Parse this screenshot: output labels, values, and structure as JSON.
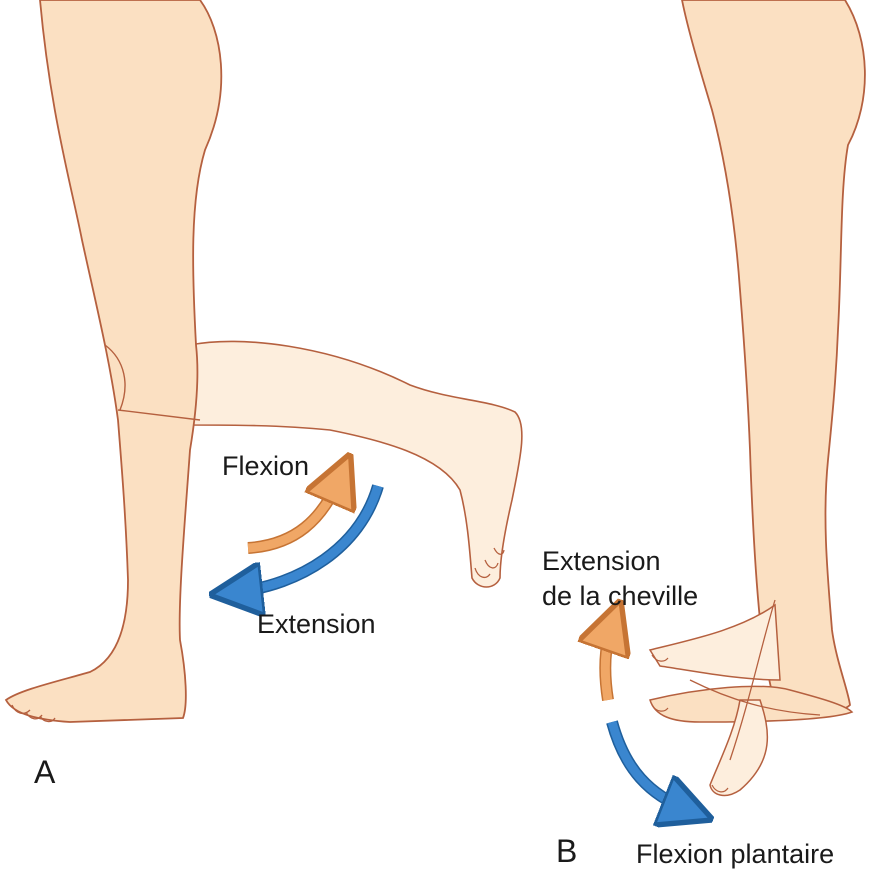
{
  "panels": {
    "a": {
      "letter": "A",
      "flexion_label": "Flexion",
      "extension_label": "Extension"
    },
    "b": {
      "letter": "B",
      "ankle_extension_line1": "Extension",
      "ankle_extension_line2": "de la cheville",
      "plantar_flexion_label": "Flexion plantaire"
    }
  },
  "colors": {
    "skin": "#fbe0c2",
    "skin_light": "#fdeedd",
    "outline": "#b5603f",
    "flexion_arrow": "#f0a766",
    "extension_arrow": "#3a86cf",
    "text": "#1a1a1a"
  }
}
